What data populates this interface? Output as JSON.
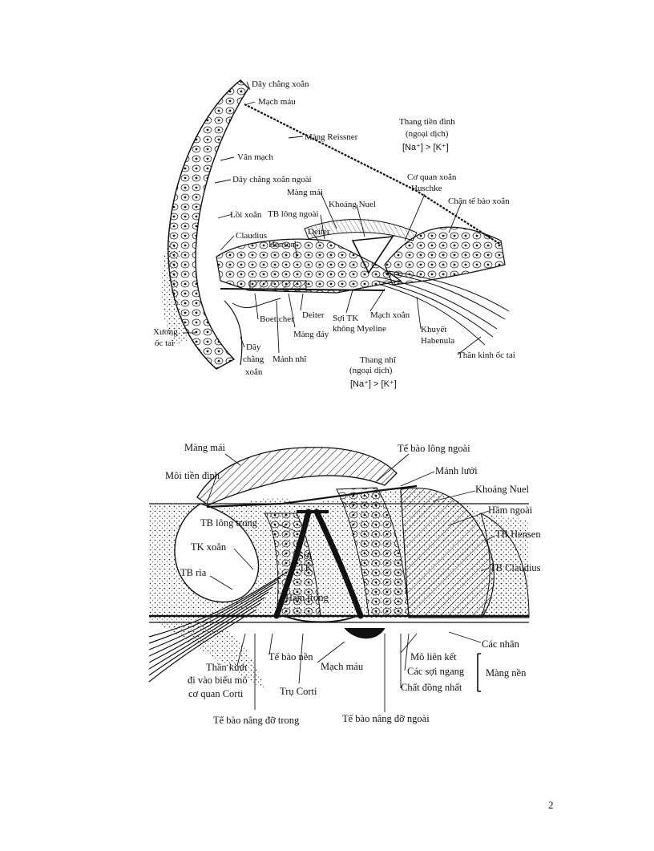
{
  "figure_top": {
    "labels": {
      "day_chang_xoan": "Dây chằng xoắn",
      "mach_mau": "Mạch máu",
      "mang_reissner": "Màng Reissner",
      "van_mach": "Vân mạch",
      "day_chang_xoan_ngoai": "Dây chằng xoắn ngoài",
      "mang_mai": "Màng mái",
      "khoang_nuel": "Khoảng Nuel",
      "tb_long_ngoai": "TB lông ngoài",
      "loi_xoan": "Lồi xoắn",
      "claudius": "Claudius",
      "deiter_a": "Deiter",
      "hensen": "Hensen",
      "deiter_b": "Deiter",
      "boettcher": "Boettcher",
      "mang_day": "Màng đáy",
      "soi_tk": "Sợi TK",
      "khong_myeline": "không Myeline",
      "mach_xoan": "Mạch xoắn",
      "khuyet": "Khuyết",
      "habenula": "Habenula",
      "xuong": "Xương",
      "oc_tai": "ốc tai",
      "day": "Dây",
      "chang": "chằng",
      "xoan": "xoắn",
      "manh_nhi": "Mảnh nhĩ",
      "than_kinh_oc_tai": "Thần kinh ốc tai",
      "thang_tien_dinh": "Thang tiền đình",
      "ngoai_dich_1": "(ngoại dịch)",
      "ion_1": "[Na⁺] > [K⁺]",
      "co_quan_xoan": "Cơ quan xoắn",
      "huschke": "Huschke",
      "chan_te_bao_xoan": "Chân tế bào xoắn",
      "thang_nhi": "Thang nhĩ",
      "ngoai_dich_2": "(ngoại dịch)",
      "ion_2": "[Na⁺] > [K⁺]"
    }
  },
  "figure_bottom": {
    "labels": {
      "mang_mai": "Màng mái",
      "moi_tien_dinh": "Môi tiền đình",
      "te_bao_long_ngoai": "Tế bào lông ngoài",
      "manh_luoi": "Mảnh lưới",
      "khoang_nuel": "Khoảng Nuel",
      "ham_ngoai": "Hầm ngoài",
      "tb_hensen": "TB Hensen",
      "tb_long_trong": "TB lông trong",
      "tk_xoan": "TK xoắn",
      "soi": "Sợi",
      "tk": "TK",
      "tb_claudius": "TB Claudius",
      "tb_ria": "TB rìa",
      "ham_trong": "Hầm trong",
      "cac_nhan": "Các nhân",
      "than_kinh": "Thần kinh",
      "di_vao_bieu_mo": "đi vào biểu mô",
      "co_quan_corti": "cơ quan Corti",
      "te_bao_nen": "Tế bào nền",
      "mach_mau": "Mạch máu",
      "mo_lien_ket": "Mô liên kết",
      "cac_soi_ngang": "Các sợi ngang",
      "chat_dong_nhat": "Chất đồng nhất",
      "mang_nen": "Màng nền",
      "tru_corti": "Trụ Corti",
      "te_bao_nang_do_trong": "Tế bào nâng đỡ trong",
      "te_bao_nang_do_ngoai": "Tế bào nâng đỡ ngoài"
    }
  },
  "page_number": "2"
}
